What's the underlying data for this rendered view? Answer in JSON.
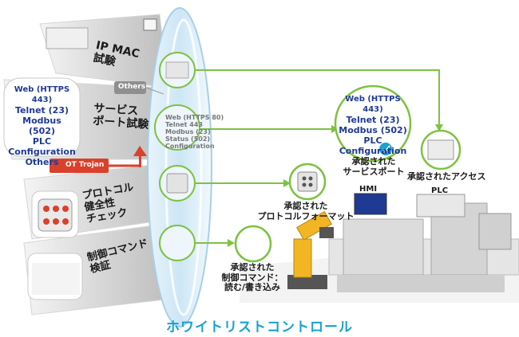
{
  "panels": {
    "ip_mac": {
      "line1": "IP MAC",
      "line2": "試験"
    },
    "others_badge": "Others",
    "service_list": [
      "Web (HTTPS 443)",
      "Telnet (23)",
      "Modbus (502)",
      "PLC",
      "Configuration",
      "Others"
    ],
    "service_port": {
      "line1": "サービス",
      "line2": "ポート試験"
    },
    "protocol": {
      "line1": "プロトコル",
      "line2": "健全性",
      "line3": "チェック"
    },
    "control": {
      "line1": "制御コマンド",
      "line2": "検証"
    },
    "ot_trojan": "OT Trojan",
    "lens_text": [
      "Web (HTTPS 80)",
      "Telnet 443",
      "Modbus (23)",
      "Status (502)",
      "Configuration"
    ]
  },
  "approved": {
    "service_list": [
      "Web (HTTPS 443)",
      "Telnet (23)",
      "Modbus (502)",
      "PLC",
      "Configuration"
    ],
    "service_label": {
      "line1": "承認された",
      "line2": "サービスポート"
    },
    "access": "承認されたアクセス",
    "protocol": {
      "line1": "承認された",
      "line2": "プロトコルフォーマット"
    },
    "command": {
      "line1": "承認された",
      "line2": "制御コマンド：",
      "line3": "読む/書き込み"
    }
  },
  "equipment": {
    "hmi": "HMI",
    "plc": "PLC"
  },
  "caption": "ホワイトリストコントロール",
  "colors": {
    "green": "#7dc242",
    "red": "#d9412b",
    "lens": "#cfe8f6",
    "caption": "#1aa2d0",
    "yellow": "#f2b624",
    "gray": "#9a9a9a"
  }
}
